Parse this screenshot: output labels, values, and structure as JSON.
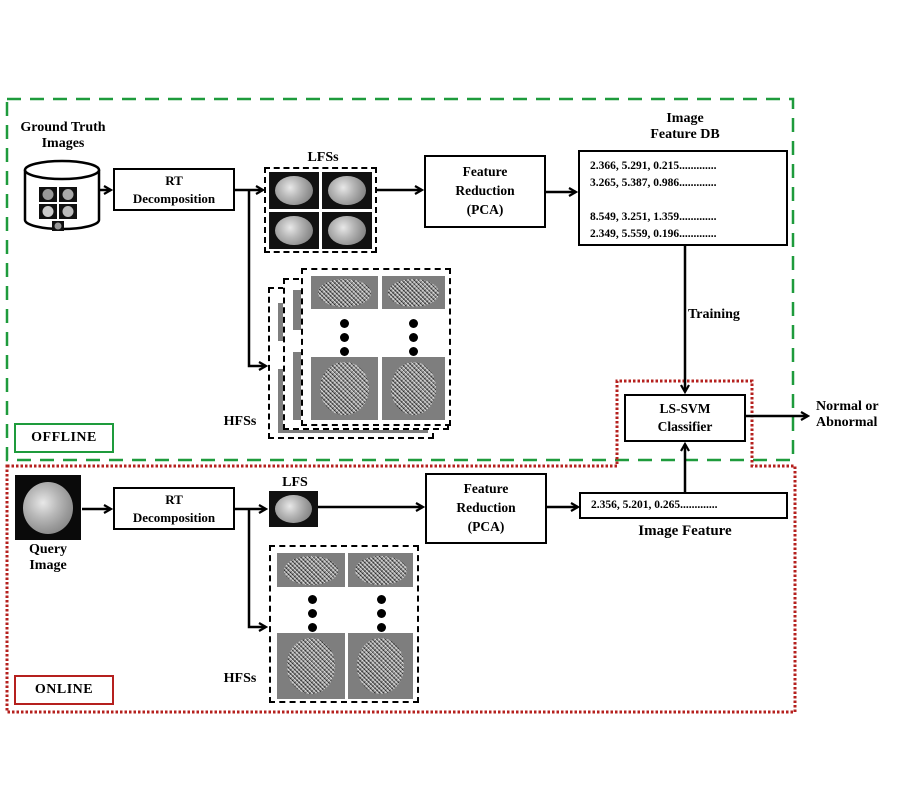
{
  "sections": {
    "offline": {
      "label": "OFFLINE",
      "color": "#1e9b3c"
    },
    "online": {
      "label": "ONLINE",
      "color": "#b5201e"
    }
  },
  "offline": {
    "ground_truth_label_line1": "Ground Truth",
    "ground_truth_label_line2": "Images",
    "rt_box": {
      "line1": "RT",
      "line2": "Decomposition"
    },
    "lfs_label": "LFSs",
    "hfs_label": "HFSs",
    "pca_box": {
      "line1": "Feature",
      "line2": "Reduction",
      "line3": "(PCA)"
    },
    "db_title_line1": "Image",
    "db_title_line2": "Feature DB",
    "db_rows": [
      "2.366, 5.291, 0.215.............",
      "3.265, 5.387, 0.986.............",
      "8.549, 3.251, 1.359.............",
      "2.349, 5.559, 0.196............."
    ],
    "training_label": "Training"
  },
  "classifier": {
    "line1": "LS-SVM",
    "line2": "Classifier"
  },
  "output": {
    "line1": "Normal or",
    "line2": "Abnormal"
  },
  "online": {
    "query_label_line1": "Query",
    "query_label_line2": "Image",
    "rt_box": {
      "line1": "RT",
      "line2": "Decomposition"
    },
    "lfs_label": "LFS",
    "hfs_label": "HFSs",
    "pca_box": {
      "line1": "Feature",
      "line2": "Reduction",
      "line3": "(PCA)"
    },
    "feature_row": "2.356, 5.201, 0.265.............",
    "feature_label": "Image Feature"
  }
}
